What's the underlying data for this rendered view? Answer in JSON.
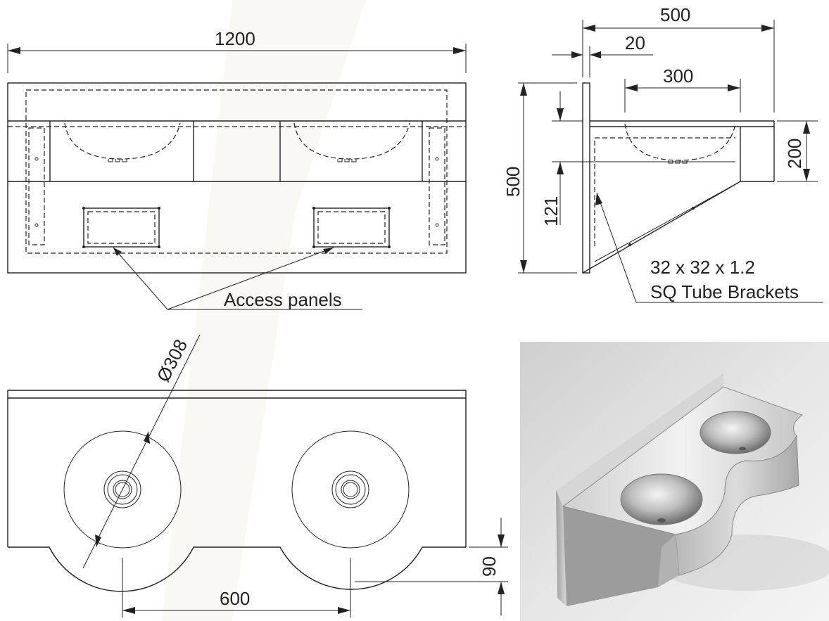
{
  "drawing": {
    "front_view": {
      "overall_width": "1200",
      "callout": "Access panels"
    },
    "side_view": {
      "overall_depth": "500",
      "wall_thickness": "20",
      "bowl_width": "300",
      "height": "500",
      "rim_height": "200",
      "bracket_offset": "121",
      "bracket_spec_line1": "32 x 32 x 1.2",
      "bracket_spec_line2": "SQ Tube Brackets"
    },
    "plan_view": {
      "bowl_diameter": "Ø308",
      "bowl_spacing": "600",
      "front_projection": "90"
    },
    "render": {
      "colors": {
        "background": "#d9d9d9",
        "steel_light": "#e8e8e8",
        "steel_dark": "#9a9a9a"
      }
    }
  }
}
